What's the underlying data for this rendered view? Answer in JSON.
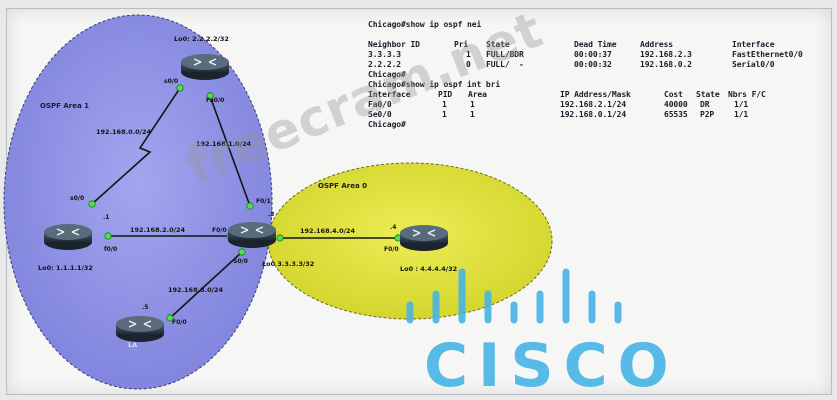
{
  "colors": {
    "area1_fill": "#8c8fe6",
    "area0_fill": "#dfe033",
    "router": "#2c3b48",
    "link_point": "#4fe04f",
    "cisco": "#46b4e6",
    "text": "#1c1c2a"
  },
  "diagram": {
    "areas": [
      {
        "id": "area1",
        "label": "OSPF Area 1"
      },
      {
        "id": "area0",
        "label": "OSPF Area 0"
      }
    ],
    "routers": [
      {
        "id": "top",
        "label": "Lo0: 2.2.2.2/32"
      },
      {
        "id": "left",
        "label": "Lo0: 1.1.1.1/32"
      },
      {
        "id": "center",
        "label": "Lo0 3.3.3.3/32"
      },
      {
        "id": "right",
        "label": "Lo0 : 4.4.4.4/32"
      },
      {
        "id": "bottom",
        "label": "LA"
      }
    ],
    "links": [
      {
        "id": "top-left",
        "label": "192.168.0.0/24"
      },
      {
        "id": "top-center",
        "label": "192.168.1.0/24"
      },
      {
        "id": "left-center",
        "label": "192.168.2.0/24"
      },
      {
        "id": "center-bottom",
        "label": "192.168.3.0/24"
      },
      {
        "id": "center-right",
        "label": "192.168.4.0/24"
      }
    ],
    "interfaces": {
      "top_s00": "s0/0",
      "top_fa00": "Fa0/0",
      "left_s00": "s0/0",
      "left_fa00": "f0/0",
      "left_host": ".1",
      "center_fa01": "F0/1",
      "center_f00": "F0/0",
      "center_s00": "S0/0",
      "center_host": ".3",
      "right_f00": "F0/0",
      "right_host": ".4",
      "bottom_fa00": "F0/0",
      "bottom_host": ".5"
    }
  },
  "terminal": {
    "cmd1": "Chicago#show ip ospf nei",
    "nei_headers": [
      "Neighbor ID",
      "Pri",
      "State",
      "Dead Time",
      "Address",
      "Interface"
    ],
    "nei_rows": [
      [
        "3.3.3.3",
        "1",
        "FULL/BDR",
        "00:00:37",
        "192.168.2.3",
        "FastEthernet0/0"
      ],
      [
        "2.2.2.2",
        "0",
        "FULL/  -",
        "00:00:32",
        "192.168.0.2",
        "Serial0/0"
      ]
    ],
    "prompt1": "Chicago#",
    "cmd2": "Chicago#show ip ospf int bri",
    "int_headers": [
      "Interface",
      "PID",
      "Area",
      "IP Address/Mask",
      "Cost",
      "State",
      "Nbrs F/C"
    ],
    "int_rows": [
      [
        "Fa0/0",
        "1",
        "1",
        "192.168.2.1/24",
        "40000",
        "DR",
        "1/1"
      ],
      [
        "Se0/0",
        "1",
        "1",
        "192.168.0.1/24",
        "65535",
        "P2P",
        "1/1"
      ]
    ],
    "prompt2": "Chicago#"
  },
  "watermark": "freecram.net",
  "logo": {
    "word": "CISCO"
  }
}
